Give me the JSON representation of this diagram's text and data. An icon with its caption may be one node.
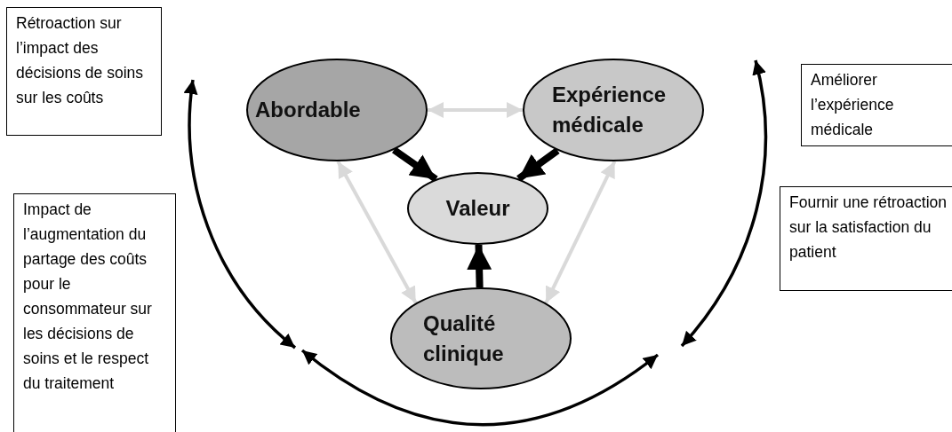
{
  "diagram": {
    "nodes": [
      {
        "text": [
          "Rétroaction sur l’impact des décisions de soins sur les coûts"
        ]
      },
      {
        "text": [
          "Abordable"
        ]
      },
      {
        "text": [
          "Expérience médicale"
        ]
      },
      {
        "text": [
          "Améliorer l’expérience médicale"
        ]
      },
      {
        "text": [
          "Valeur"
        ]
      },
      {
        "text": [
          "Impact de l’augmentation du partage des coûts pour le consommateur sur les décisions de soins et le respect du traitement"
        ]
      },
      {
        "text": [
          "Fournir une rétroaction sur la satisfaction du patient"
        ]
      },
      {
        "text": [
          "Qualité clinique"
        ]
      }
    ],
    "edges": [
      {
        "from": 1,
        "to": 2,
        "arrow": "both",
        "color": "#d9d9d9"
      },
      {
        "from": 1,
        "to": 4,
        "arrow": "to",
        "style": "thick",
        "color": "#000000"
      },
      {
        "from": 2,
        "to": 4,
        "arrow": "to",
        "style": "thick",
        "color": "#000000"
      },
      {
        "from": 1,
        "to": 7,
        "arrow": "both",
        "color": "#d9d9d9"
      },
      {
        "from": 2,
        "to": 7,
        "arrow": "both",
        "color": "#d9d9d9"
      },
      {
        "from": 7,
        "to": 4,
        "arrow": "to",
        "style": "thick",
        "color": "#000000"
      }
    ]
  }
}
